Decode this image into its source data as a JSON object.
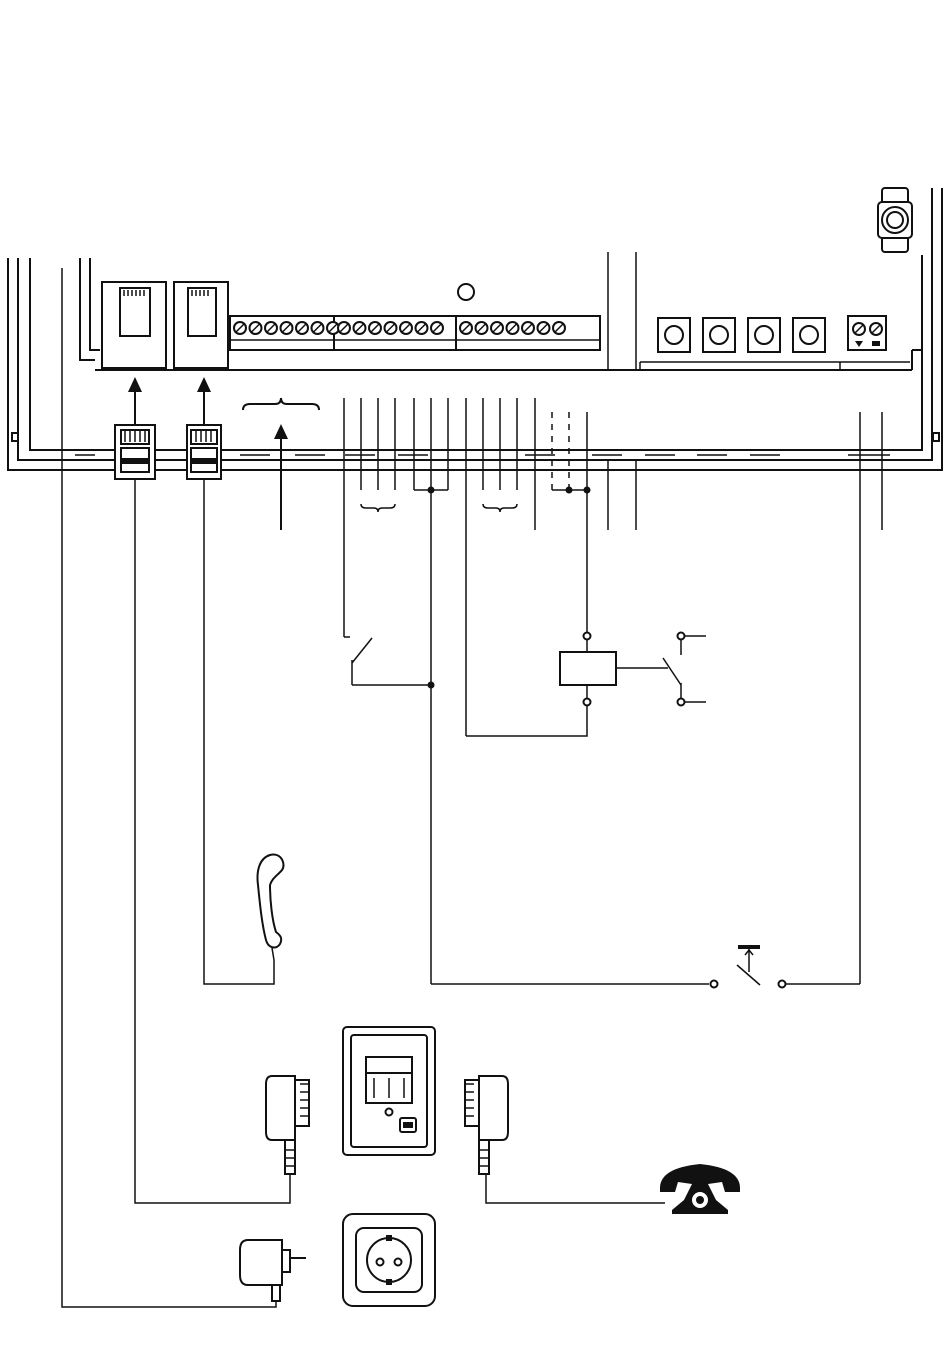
{
  "diagram": {
    "kind": "wiring-diagram",
    "stroke_color": "#111111",
    "background": "#ffffff",
    "connectors": {
      "rj_jacks": 2,
      "terminal_blocks": 3,
      "terminals_per_block": 7,
      "push_buttons": 4,
      "dc_terminals": 2
    },
    "devices": [
      {
        "icon": "rj-plug-icon"
      },
      {
        "icon": "rj-plug-icon"
      },
      {
        "icon": "handset-icon"
      },
      {
        "icon": "relay-coil-icon"
      },
      {
        "icon": "switch-contact-icon"
      },
      {
        "icon": "door-push-button-icon"
      },
      {
        "icon": "tae-adapter-icon"
      },
      {
        "icon": "tae-wall-socket-icon"
      },
      {
        "icon": "telephone-icon"
      },
      {
        "icon": "power-supply-plug-icon"
      },
      {
        "icon": "mains-socket-icon"
      }
    ]
  }
}
